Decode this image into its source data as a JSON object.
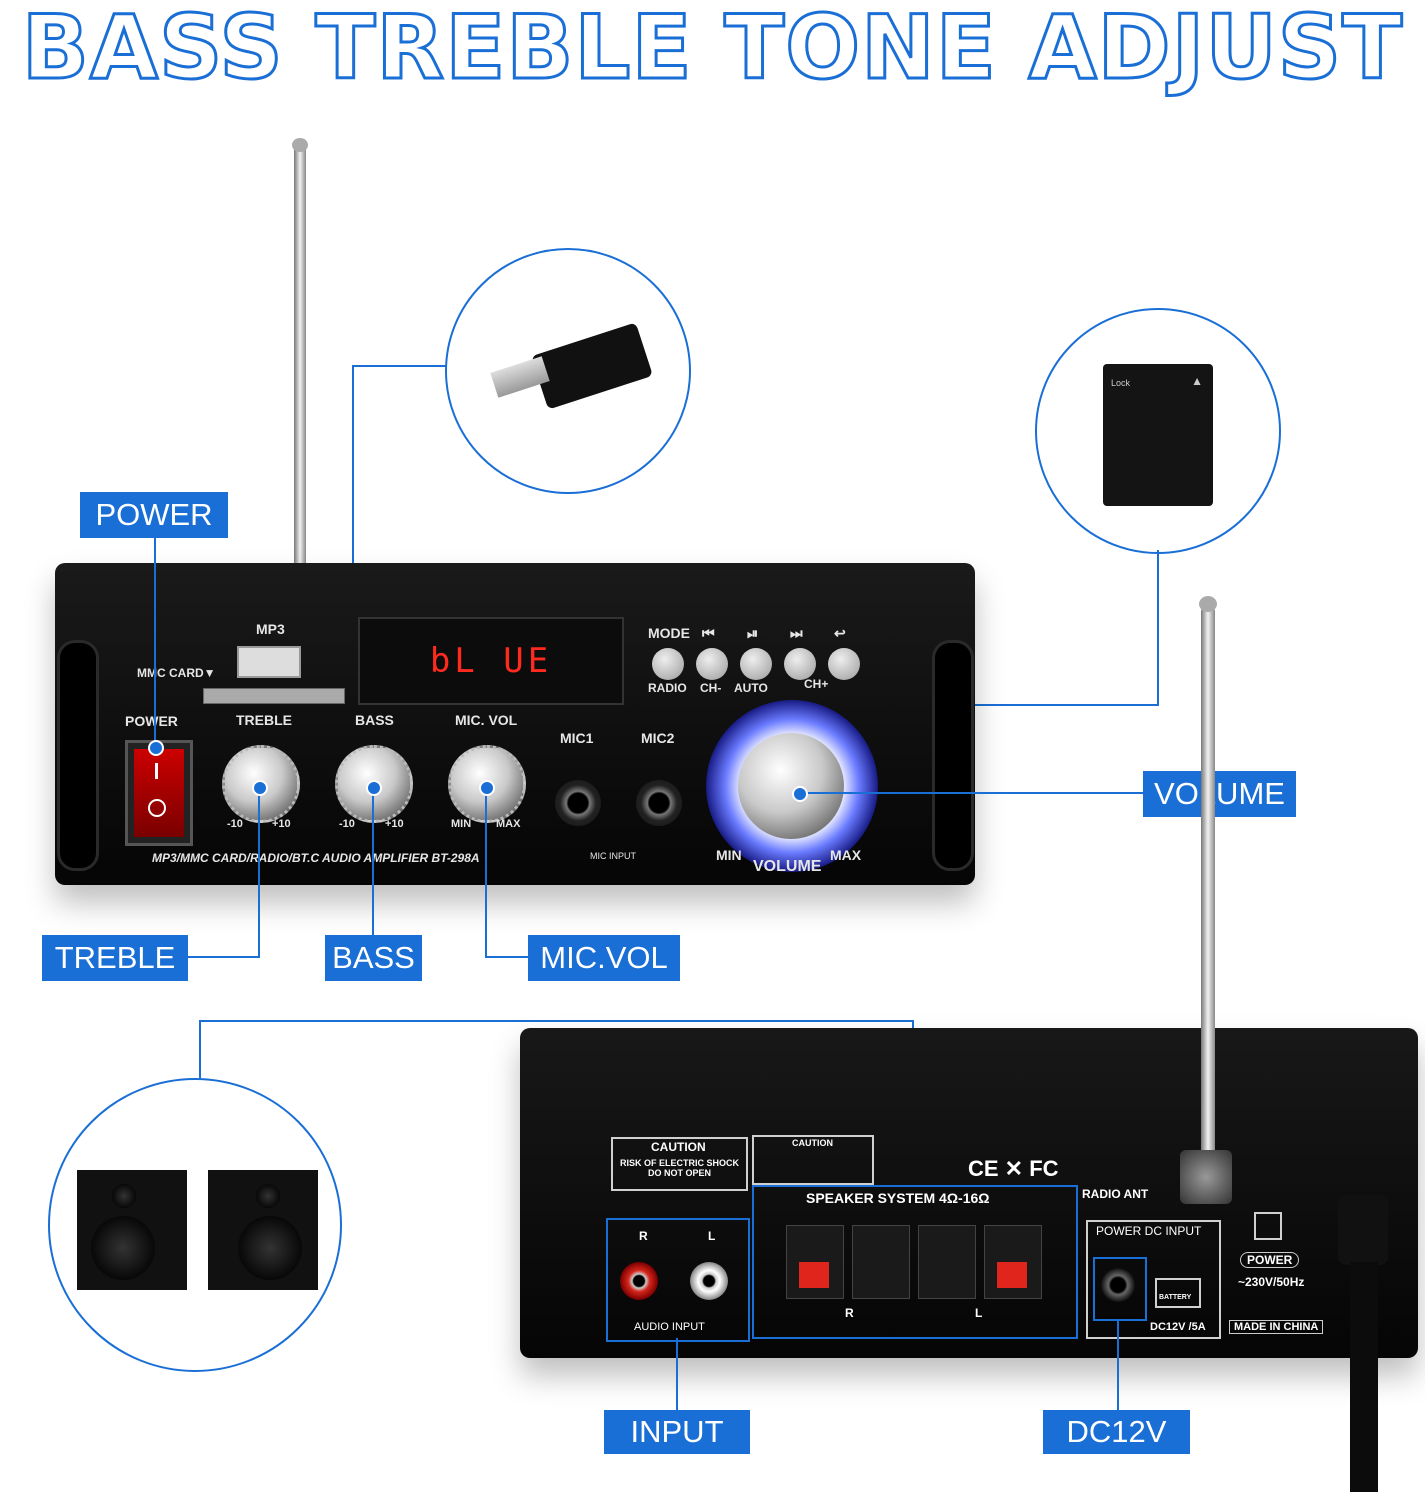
{
  "title": "BASS TREBLE TONE ADJUST",
  "callouts": {
    "power": "POWER",
    "treble": "TREBLE",
    "bass": "BASS",
    "mic_vol": "MIC.VOL",
    "volume": "VOLUME",
    "input": "INPUT",
    "dc12v": "DC12V"
  },
  "front_panel": {
    "mp3": "MP3",
    "mmc_card": "MMC CARD▼",
    "display": "bL UE",
    "power": "POWER",
    "treble": "TREBLE",
    "bass": "BASS",
    "mic_vol": "MIC. VOL",
    "mic1": "MIC1",
    "mic2": "MIC2",
    "mic_input": "MIC INPUT",
    "knob_min": "-10",
    "knob_max": "+10",
    "min": "MIN",
    "max": "MAX",
    "volume": "VOLUME",
    "model": "MP3/MMC CARD/RADIO/BT.C AUDIO AMPLIFIER BT-298A",
    "buttons_top": [
      "MODE",
      "⏮",
      "⏯",
      "⏭",
      "↩"
    ],
    "buttons_bottom": [
      "RADIO",
      "CH-",
      "AUTO",
      "CH+",
      ""
    ]
  },
  "rear_panel": {
    "caution": "CAUTION",
    "caution_text": "RISK OF ELECTRIC SHOCK DO NOT OPEN",
    "caution2": "CAUTION",
    "cert": "CE ✕ FC",
    "speaker_system": "SPEAKER SYSTEM 4Ω-16Ω",
    "radio_ant": "RADIO ANT",
    "r": "R",
    "l": "L",
    "audio_input": "AUDIO INPUT",
    "power_dc_input": "POWER DC INPUT",
    "battery": "BATTERY",
    "dc_rating": "DC12V /5A",
    "power": "POWER",
    "ac_rating": "~230V/50Hz",
    "made_in": "MADE IN CHINA"
  },
  "sd_card": {
    "lock": "Lock"
  }
}
